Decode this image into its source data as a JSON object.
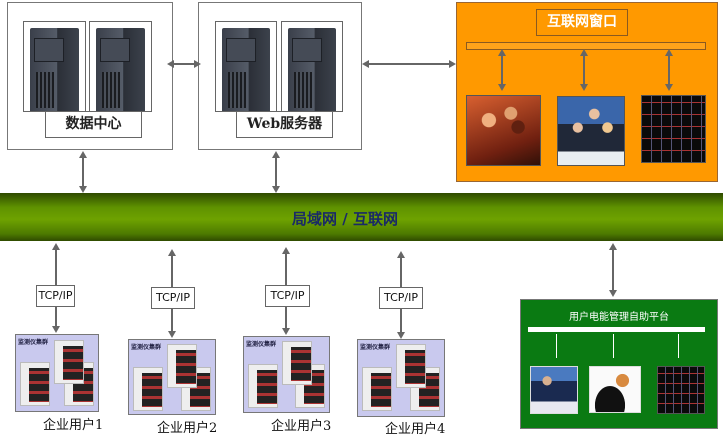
{
  "data_center": {
    "label": "数据中心"
  },
  "web_server": {
    "label": "Web服务器"
  },
  "internet_window": {
    "title": "互联网窗口",
    "color": "#ff9900"
  },
  "network": {
    "label": "局域网 / 互联网",
    "color": "#4f7f00"
  },
  "platform": {
    "title": "用户电能管理自助平台",
    "color": "#0a7a12"
  },
  "clients": [
    {
      "protocol": "TCP/IP",
      "label": "企业用户1",
      "panel_caption": "监测仪集群"
    },
    {
      "protocol": "TCP/IP",
      "label": "企业用户2",
      "panel_caption": "监测仪集群"
    },
    {
      "protocol": "TCP/IP",
      "label": "企业用户3",
      "panel_caption": "监测仪集群"
    },
    {
      "protocol": "TCP/IP",
      "label": "企业用户4",
      "panel_caption": "监测仪集群"
    }
  ]
}
